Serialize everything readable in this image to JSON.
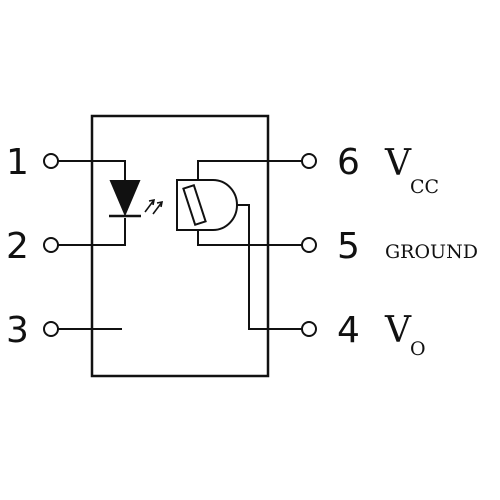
{
  "diagram": {
    "colors": {
      "stroke": "#111111",
      "background": "#ffffff"
    },
    "pins": [
      {
        "number": "1"
      },
      {
        "number": "2"
      },
      {
        "number": "3"
      },
      {
        "number": "4"
      },
      {
        "number": "5"
      },
      {
        "number": "6"
      }
    ],
    "signals": {
      "vcc_main": "V",
      "vcc_sub": "CC",
      "ground": "GROUND",
      "vo_main": "V",
      "vo_sub": "O"
    },
    "components": {
      "emitter": "led-diode-icon",
      "light_path": "light-emission-arrows-icon",
      "detector": "photodetector-gate-icon"
    }
  }
}
